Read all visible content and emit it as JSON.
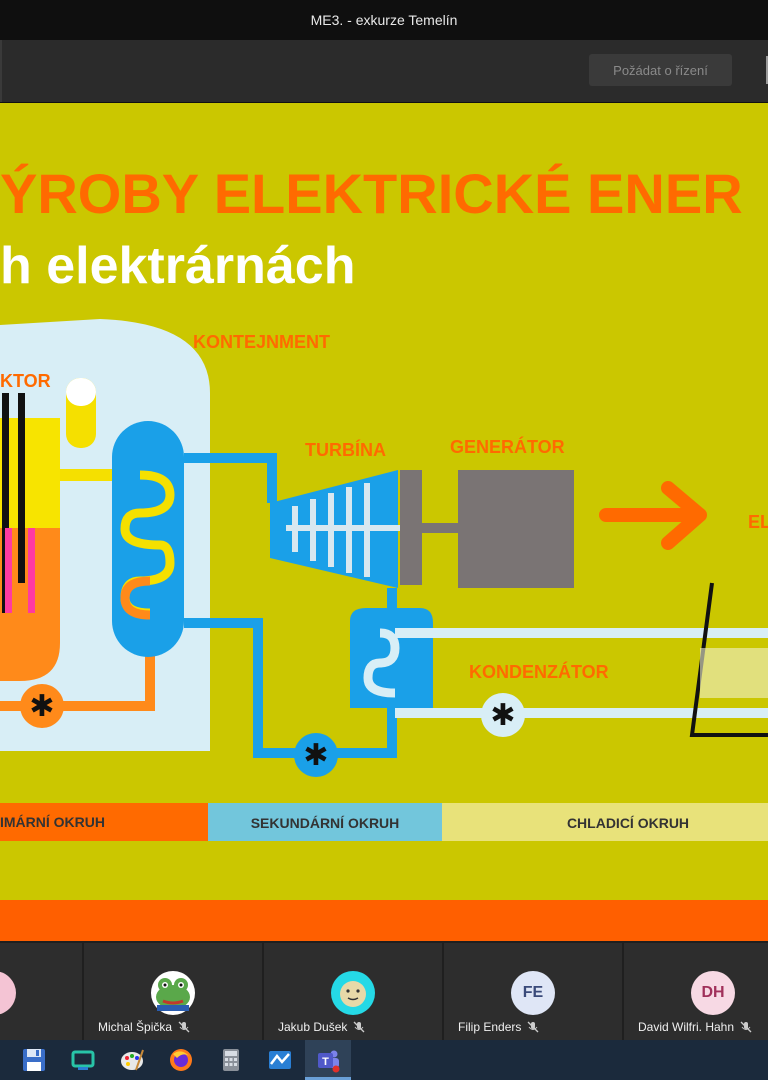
{
  "window": {
    "title": "ME3. - exkurze Temelín"
  },
  "toolbar": {
    "request_control_label": "Požádat o řízení"
  },
  "slide": {
    "title_line1": "ÝROBY ELEKTRICKÉ ENER",
    "title_line2": "h elektrárnách",
    "labels": {
      "kontejnment": "KONTEJNMENT",
      "reaktor": "KTOR",
      "turbina": "TURBÍNA",
      "generator": "GENERÁTOR",
      "kondenzator": "KONDENZÁTOR",
      "el": "EL"
    },
    "legend": {
      "primary": "IMÁRNÍ OKRUH",
      "secondary": "SEKUNDÁRNÍ OKRUH",
      "cooling": "CHLADICÍ OKRUH"
    },
    "colors": {
      "background": "#cbc700",
      "orange": "#ff6a00",
      "blue": "#1aa0e8",
      "light_blue": "#d8eef6",
      "gray": "#7a7474"
    }
  },
  "participants": [
    {
      "name": "",
      "initials": "",
      "avatar": "partial-avatar"
    },
    {
      "name": "Michal Špička",
      "initials": "",
      "avatar": "frog-avatar"
    },
    {
      "name": "Jakub Dušek",
      "initials": "",
      "avatar": "cartoon-avatar"
    },
    {
      "name": "Filip Enders",
      "initials": "FE",
      "avatar": "initials"
    },
    {
      "name": "David Wilfri. Hahn",
      "initials": "DH",
      "avatar": "initials"
    }
  ],
  "taskbar": {
    "icons": [
      "save-disk-icon",
      "screen-app-icon",
      "paint-palette-icon",
      "firefox-icon",
      "calculator-icon",
      "wave-app-icon",
      "teams-icon"
    ]
  }
}
